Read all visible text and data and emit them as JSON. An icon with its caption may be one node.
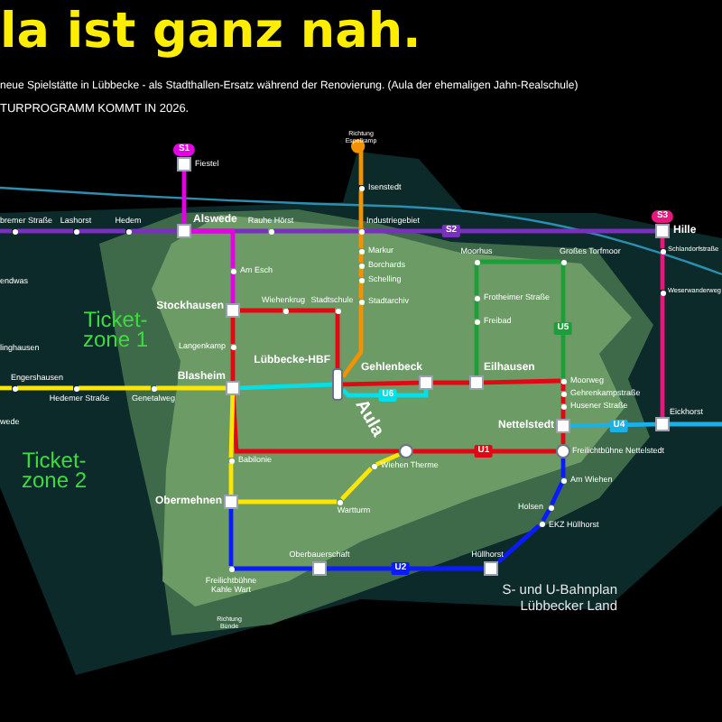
{
  "diagram": {
    "title": "la ist ganz nah.",
    "nodes": [
      {
        "text": [
          "Fiestel"
        ],
        "beside": [
          "S1"
        ]
      },
      {
        "text": [
          "Alswede"
        ]
      },
      {
        "text": [
          "Rauhe Hörst"
        ]
      },
      {
        "text": [
          "bremer Straße"
        ]
      },
      {
        "text": [
          "Lashorst"
        ]
      },
      {
        "text": [
          "Hedem"
        ]
      },
      {
        "text": [
          "Industriegebiet"
        ]
      },
      {
        "text": [
          "Hille"
        ],
        "beside": [
          "S3"
        ]
      },
      {
        "text": [
          "Isenstedt"
        ]
      },
      {
        "text": [
          "Schlandorfstraße"
        ]
      },
      {
        "text": [
          "Weserwanderweg"
        ]
      },
      {
        "text": [
          "Am Esch"
        ]
      },
      {
        "text": [
          "Stockhausen"
        ]
      },
      {
        "text": [
          "Wiehenkrug"
        ]
      },
      {
        "text": [
          "Stadtschule"
        ]
      },
      {
        "text": [
          "Markur"
        ]
      },
      {
        "text": [
          "Borchards"
        ]
      },
      {
        "text": [
          "Schelling"
        ]
      },
      {
        "text": [
          "Stadtarchiv"
        ]
      },
      {
        "text": [
          "Langenkamp"
        ]
      },
      {
        "text": [
          "Blasheim"
        ]
      },
      {
        "text": [
          "Lübbecke-HBF"
        ]
      },
      {
        "text": [
          "Gehlenbeck"
        ]
      },
      {
        "text": [
          "Eilhausen"
        ]
      },
      {
        "text": [
          "Moorhus"
        ]
      },
      {
        "text": [
          "Frotheimer Straße"
        ]
      },
      {
        "text": [
          "Freibad"
        ]
      },
      {
        "text": [
          "Großes Torfmoor"
        ]
      },
      {
        "text": [
          "Moorweg"
        ]
      },
      {
        "text": [
          "Gehrenkampstraße"
        ]
      },
      {
        "text": [
          "Husener Straße"
        ]
      },
      {
        "text": [
          "Nettelstedt"
        ]
      },
      {
        "text": [
          "Freilichtbühne Nettelstedt"
        ]
      },
      {
        "text": [
          "Eickhorst"
        ]
      },
      {
        "text": [],
        "shape": "circle"
      },
      {
        "text": [
          "Am Wiehen"
        ]
      },
      {
        "text": [
          "Holsen"
        ]
      },
      {
        "text": [
          "EKZ Hüllhorst"
        ]
      },
      {
        "text": [
          "Hüllhorst"
        ]
      },
      {
        "text": [
          "Oberbauerschaft"
        ]
      },
      {
        "text": [
          "Freilichtbühne Kahle Wart"
        ]
      },
      {
        "text": [
          "Obermehnen"
        ]
      },
      {
        "text": [
          "Babilonie"
        ]
      },
      {
        "text": [
          "Aula"
        ]
      },
      {
        "text": [
          "Wiehen Therme"
        ]
      },
      {
        "text": [
          "Genetalweg"
        ]
      },
      {
        "text": [
          "Hedemer Straße"
        ]
      },
      {
        "text": [
          "Engershausen"
        ]
      },
      {
        "text": [
          "Wartturm"
        ]
      },
      {
        "text": [
          "Richtung Espelkamp"
        ]
      }
    ],
    "edges": [
      {
        "from": null,
        "to": 3,
        "arrow": "none",
        "color": "#7a2fc0"
      },
      {
        "from": 3,
        "to": 4,
        "arrow": "none",
        "color": "#7a2fc0"
      },
      {
        "from": 4,
        "to": 5,
        "arrow": "none",
        "color": "#7a2fc0"
      },
      {
        "from": 5,
        "to": 1,
        "arrow": "none",
        "color": "#7a2fc0"
      },
      {
        "from": 1,
        "to": 2,
        "arrow": "none",
        "color": "#7a2fc0"
      },
      {
        "from": 2,
        "to": 6,
        "arrow": "none",
        "color": "#7a2fc0"
      },
      {
        "from": 6,
        "to": 7,
        "arrow": "none",
        "color": "#7a2fc0",
        "label": "S2"
      },
      {
        "from": 0,
        "to": 1,
        "arrow": "none",
        "color": "#e600e6"
      },
      {
        "from": 1,
        "to": 11,
        "arrow": "none",
        "color": "#e600e6"
      },
      {
        "from": 11,
        "to": 12,
        "arrow": "none",
        "color": "#e600e6"
      },
      {
        "from": 7,
        "to": 9,
        "arrow": "none",
        "color": "#e8177d"
      },
      {
        "from": 9,
        "to": 10,
        "arrow": "none",
        "color": "#e8177d"
      },
      {
        "from": 10,
        "to": 33,
        "arrow": "none",
        "color": "#e8177d"
      },
      {
        "from": 49,
        "to": 8,
        "arrow": "other",
        "color": "#f39200"
      },
      {
        "from": 8,
        "to": 6,
        "arrow": "none",
        "color": "#f39200"
      },
      {
        "from": 6,
        "to": 15,
        "arrow": "none",
        "color": "#f39200"
      },
      {
        "from": 15,
        "to": 16,
        "arrow": "none",
        "color": "#f39200"
      },
      {
        "from": 16,
        "to": 17,
        "arrow": "none",
        "color": "#f39200"
      },
      {
        "from": 17,
        "to": 18,
        "arrow": "none",
        "color": "#f39200"
      },
      {
        "from": 18,
        "to": 21,
        "arrow": "none",
        "color": "#f39200"
      },
      {
        "from": 12,
        "to": 13,
        "arrow": "none",
        "color": "#e30613"
      },
      {
        "from": 13,
        "to": 14,
        "arrow": "none",
        "color": "#e30613"
      },
      {
        "from": 14,
        "to": 21,
        "arrow": "none",
        "color": "#e30613"
      },
      {
        "from": 21,
        "to": 22,
        "arrow": "none",
        "color": "#e30613"
      },
      {
        "from": 22,
        "to": 23,
        "arrow": "none",
        "color": "#e30613"
      },
      {
        "from": 23,
        "to": 28,
        "arrow": "none",
        "color": "#e30613"
      },
      {
        "from": 28,
        "to": 29,
        "arrow": "none",
        "color": "#e30613"
      },
      {
        "from": 29,
        "to": 30,
        "arrow": "none",
        "color": "#e30613"
      },
      {
        "from": 30,
        "to": 31,
        "arrow": "none",
        "color": "#e30613"
      },
      {
        "from": 31,
        "to": 32,
        "arrow": "none",
        "color": "#e30613"
      },
      {
        "from": 32,
        "to": 34,
        "arrow": "none",
        "color": "#e30613",
        "label": "U1"
      },
      {
        "from": 12,
        "to": 19,
        "arrow": "none",
        "color": "#e30613"
      },
      {
        "from": 19,
        "to": 20,
        "arrow": "none",
        "color": "#e30613"
      },
      {
        "from": 20,
        "to": 34,
        "arrow": "none",
        "color": "#e30613"
      },
      {
        "from": 24,
        "to": 25,
        "arrow": "none",
        "color": "#1e9e3a"
      },
      {
        "from": 25,
        "to": 26,
        "arrow": "none",
        "color": "#1e9e3a"
      },
      {
        "from": 26,
        "to": 23,
        "arrow": "none",
        "color": "#1e9e3a"
      },
      {
        "from": 24,
        "to": 27,
        "arrow": "none",
        "color": "#1e9e3a"
      },
      {
        "from": 27,
        "to": 28,
        "arrow": "none",
        "color": "#1e9e3a",
        "label": "U5"
      },
      {
        "from": 20,
        "to": 21,
        "arrow": "none",
        "color": "#00e0e8"
      },
      {
        "from": 21,
        "to": 22,
        "arrow": "none",
        "color": "#00e0e8",
        "label": "U6"
      },
      {
        "from": 31,
        "to": 33,
        "arrow": "none",
        "color": "#1ab0e8",
        "label": "U4"
      },
      {
        "from": 33,
        "to": null,
        "arrow": "none",
        "color": "#1ab0e8"
      },
      {
        "from": null,
        "to": 47,
        "arrow": "none",
        "color": "#ffe600"
      },
      {
        "from": 47,
        "to": 46,
        "arrow": "none",
        "color": "#ffe600"
      },
      {
        "from": 46,
        "to": 45,
        "arrow": "none",
        "color": "#ffe600"
      },
      {
        "from": 45,
        "to": 20,
        "arrow": "none",
        "color": "#ffe600"
      },
      {
        "from": 20,
        "to": 42,
        "arrow": "none",
        "color": "#ffe600"
      },
      {
        "from": 42,
        "to": 41,
        "arrow": "none",
        "color": "#ffe600"
      },
      {
        "from": 41,
        "to": 48,
        "arrow": "none",
        "color": "#ffe600"
      },
      {
        "from": 48,
        "to": 44,
        "arrow": "none",
        "color": "#ffe600"
      },
      {
        "from": 44,
        "to": 34,
        "arrow": "none",
        "color": "#ffe600"
      },
      {
        "from": 41,
        "to": 40,
        "arrow": "none",
        "color": "#0a1cff"
      },
      {
        "from": 40,
        "to": 39,
        "arrow": "none",
        "color": "#0a1cff"
      },
      {
        "from": 39,
        "to": 38,
        "arrow": "none",
        "color": "#0a1cff",
        "label": "U2"
      },
      {
        "from": 38,
        "to": 37,
        "arrow": "none",
        "color": "#0a1cff"
      },
      {
        "from": 37,
        "to": 36,
        "arrow": "none",
        "color": "#0a1cff"
      },
      {
        "from": 36,
        "to": 35,
        "arrow": "none",
        "color": "#0a1cff"
      },
      {
        "from": 35,
        "to": 32,
        "arrow": "none",
        "color": "#0a1cff"
      }
    ],
    "labels": [
      "neue Spielstätte in Lübbecke - als Stadthallen-Ersatz während der Renovierung. (Aula der ehemaligen Jahn-Realschule)",
      "TURPROGRAMM KOMMT IN 2026.",
      "endwas",
      "Ticket-zone 1",
      "linghausen",
      "wede",
      "Ticket-zone 2",
      "Richtung Bünde",
      "S- und U-Bahnplan Lübbecker Land"
    ]
  }
}
